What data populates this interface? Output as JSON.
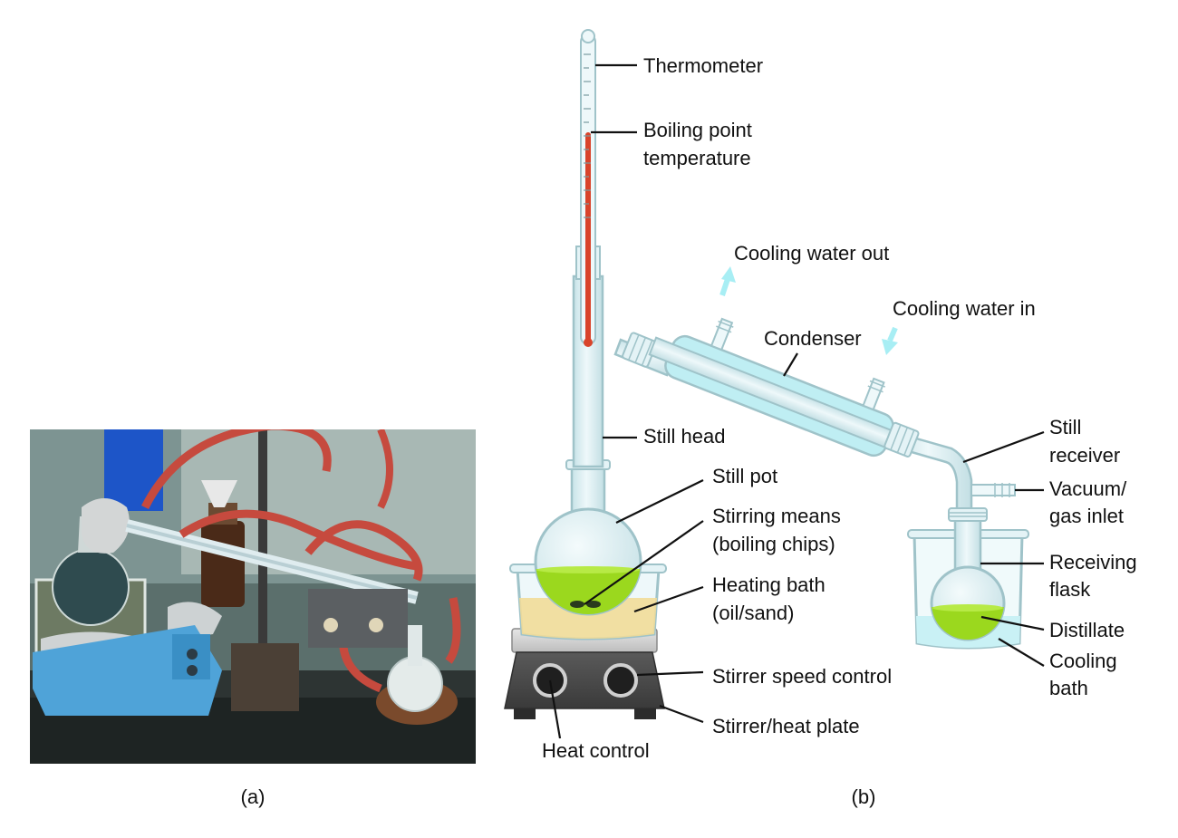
{
  "photo_caption": "(a)",
  "diagram_caption": "(b)",
  "labels": {
    "thermometer": "Thermometer",
    "boiling_point_1": "Boiling point",
    "boiling_point_2": "temperature",
    "cooling_water_out": "Cooling water out",
    "cooling_water_in": "Cooling water in",
    "condenser": "Condenser",
    "still_head": "Still head",
    "still_pot": "Still pot",
    "stirring_means_1": "Stirring means",
    "stirring_means_2": "(boiling chips)",
    "heating_bath_1": "Heating bath",
    "heating_bath_2": "(oil/sand)",
    "stirrer_speed_control": "Stirrer speed control",
    "stirrer_heat_plate": "Stirrer/heat plate",
    "heat_control": "Heat control",
    "still_receiver_1": "Still",
    "still_receiver_2": "receiver",
    "vacuum_inlet_1": "Vacuum/",
    "vacuum_inlet_2": "gas inlet",
    "receiving_flask_1": "Receiving",
    "receiving_flask_2": "flask",
    "distillate": "Distillate",
    "cooling_bath_1": "Cooling",
    "cooling_bath_2": "bath"
  },
  "colors": {
    "glass": "#dff1f4",
    "glass_edge": "#9fc3c9",
    "condenser_water": "#bfeef3",
    "arrow_water": "#a8eef4",
    "liquid_green": "#9bd81e",
    "heating_oil": "#f1dc98",
    "mercury_red": "#d9442b",
    "hotplate_top": "#d9d9d9",
    "hotplate_body": "#4a4a4a"
  }
}
